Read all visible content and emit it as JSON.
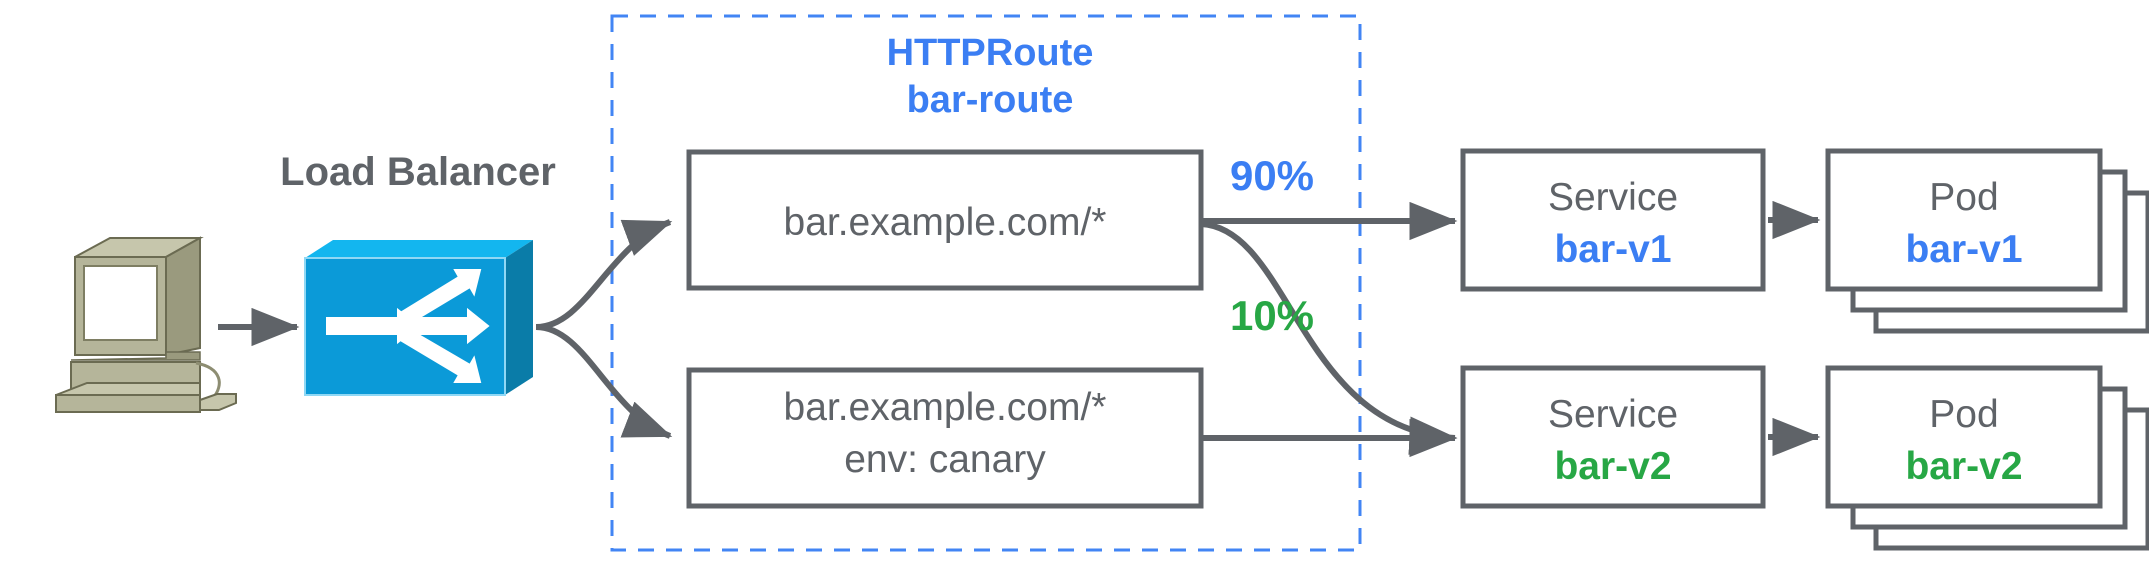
{
  "diagram": {
    "title": "HTTPRoute canary traffic split",
    "colors": {
      "blue": "#3b7ef3",
      "green": "#27a745",
      "gray": "#5f6368",
      "box_stroke": "#5f6368",
      "dashed_border": "#4285f4",
      "lb_front": "#0b9ad8",
      "lb_top": "#13b6ef",
      "lb_side": "#0a7ca8",
      "computer_body": "#a8a88c",
      "computer_light": "#c6c6ac",
      "computer_screen": "#ffffff"
    },
    "client": {
      "icon": "desktop-computer-icon"
    },
    "load_balancer": {
      "label": "Load Balancer",
      "icon": "load-balancer-cube-icon"
    },
    "httproute": {
      "kind_label": "HTTPRoute",
      "name_label": "bar-route"
    },
    "rules": [
      {
        "id": "rule-primary",
        "lines": [
          "bar.example.com/*"
        ]
      },
      {
        "id": "rule-canary",
        "lines": [
          "bar.example.com/*",
          "env: canary"
        ]
      }
    ],
    "weights": [
      {
        "id": "weight-90",
        "label": "90%",
        "color": "#3b7ef3"
      },
      {
        "id": "weight-10",
        "label": "10%",
        "color": "#27a745"
      }
    ],
    "services": [
      {
        "id": "service-bar-v1",
        "kind": "Service",
        "name": "bar-v1",
        "color": "#3b7ef3"
      },
      {
        "id": "service-bar-v2",
        "kind": "Service",
        "name": "bar-v2",
        "color": "#27a745"
      }
    ],
    "pods": [
      {
        "id": "pod-bar-v1",
        "kind": "Pod",
        "name": "bar-v1",
        "color": "#3b7ef3",
        "replicas": 3
      },
      {
        "id": "pod-bar-v2",
        "kind": "Pod",
        "name": "bar-v2",
        "color": "#27a745",
        "replicas": 3
      }
    ]
  }
}
